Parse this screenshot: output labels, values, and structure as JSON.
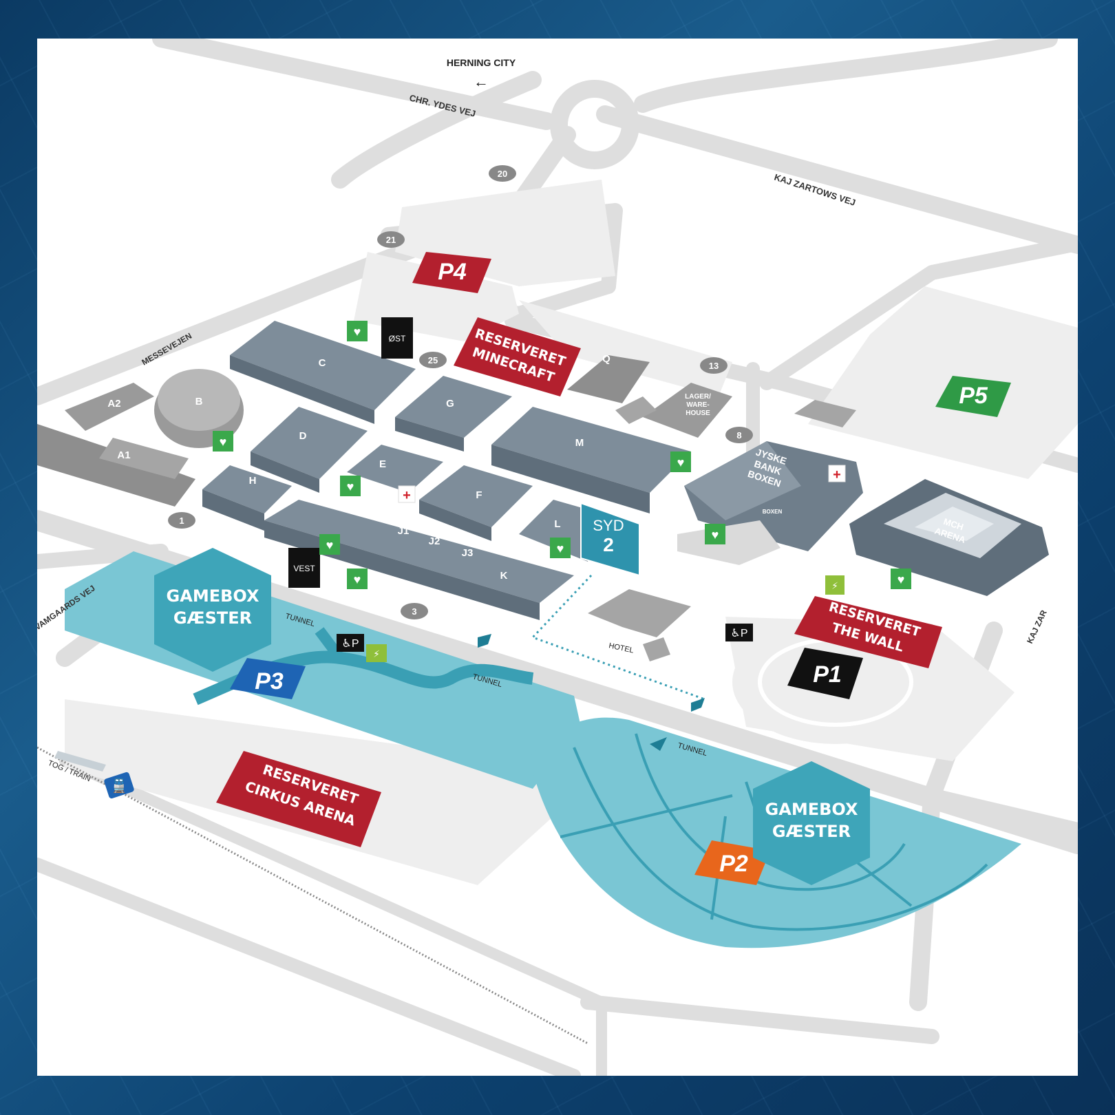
{
  "colors": {
    "background_frame": "#0e3d66",
    "road": "#dcdcdc",
    "building": "#7e8d9a",
    "building_grey": "#8c8c8c",
    "parking_blue": "#7ac6d4",
    "reserved_red": "#b3202e",
    "p2_orange": "#e8661c",
    "p3_blue": "#1e64b4",
    "p5_green": "#2f9a46",
    "gamebox_hex": "#3ea5b9",
    "aed_green": "#3aa84b",
    "ev_green": "#8fbf3a"
  },
  "roads": {
    "herning_city": "HERNING CITY",
    "chr_yoes_vej": "CHR. YDES VEJ",
    "kaj_zartows_vej": "KAJ ZARTOWS VEJ",
    "kaj_zar": "KAJ ZAR",
    "messevejen": "MESSEVEJEN",
    "vardegaards_vej": "VAMGAARDS VEJ"
  },
  "gates": [
    "1",
    "3",
    "8",
    "13",
    "20",
    "21",
    "25"
  ],
  "halls": {
    "a1": "A1",
    "a2": "A2",
    "b": "B",
    "c": "C",
    "d": "D",
    "e": "E",
    "f": "F",
    "g": "G",
    "h": "H",
    "j1": "J1",
    "j2": "J2",
    "j3": "J3",
    "k": "K",
    "l": "L",
    "m": "M",
    "q": "Q",
    "lager": [
      "LAGER/",
      "WARE-",
      "HOUSE"
    ],
    "boxen": [
      "JYSKE",
      "BANK",
      "BOXEN"
    ],
    "boxen_logo": "BOXEN",
    "mch_arena": [
      "MCH",
      "ARENA"
    ],
    "hotel": "HOTEL"
  },
  "entrances": {
    "ost": "ØST",
    "vest": "VEST",
    "syd_word": "SYD",
    "syd_num": "2"
  },
  "parking": {
    "p1": "P1",
    "p2": "P2",
    "p3": "P3",
    "p4": "P4",
    "p5": "P5"
  },
  "reserved": {
    "minecraft": [
      "RESERVERET",
      "MINECRAFT"
    ],
    "the_wall": [
      "RESERVERET",
      "THE WALL"
    ],
    "cirkus": [
      "RESERVERET",
      "CIRKUS ARENA"
    ]
  },
  "gamebox": [
    "GAMEBOX",
    "GÆSTER"
  ],
  "tunnel": "TUNNEL",
  "train": "TOG / TRAIN",
  "icons": [
    "aed-heart-icon",
    "first-aid-cross-icon",
    "wheelchair-parking-icon",
    "ev-charging-icon",
    "train-icon",
    "arrow-left-icon"
  ]
}
